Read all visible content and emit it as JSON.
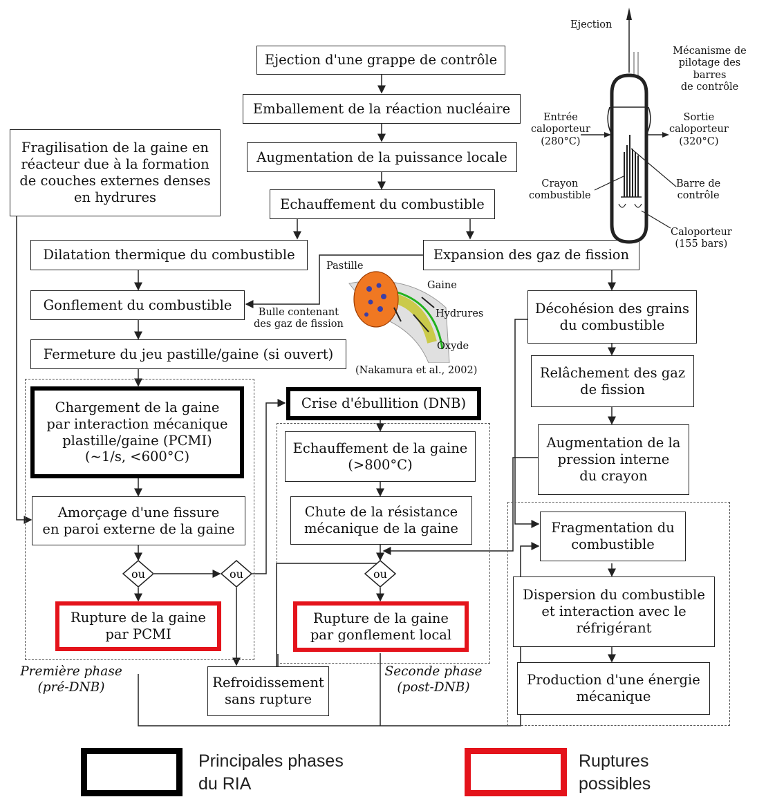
{
  "boxes": {
    "ejection": "Ejection d'une grappe de contrôle",
    "emballement": "Emballement de la réaction nucléaire",
    "augmentation": "Augmentation de la puissance locale",
    "echauffement_comb": "Echauffement du combustible",
    "fragilisation": "Fragilisation de la gaine en\nréacteur due à la formation\nde couches externes denses\nen hydrures",
    "dilatation": "Dilatation thermique du combustible",
    "expansion": "Expansion des gaz de fission",
    "gonflement": "Gonflement du combustible",
    "fermeture": "Fermeture du jeu pastille/gaine (si ouvert)",
    "chargement": "Chargement de la gaine\npar interaction mécanique\nplastille/gaine (PCMI)\n(~1/s, <600°C)",
    "amorcage": "Amorçage d'une fissure\nen paroi externe de la gaine",
    "rupture_pcmi": "Rupture de la gaine\npar PCMI",
    "crise": "Crise d'ébullition (DNB)",
    "echauffement_gaine": "Echauffement de la gaine\n(>800°C)",
    "chute": "Chute de la résistance\nmécanique de la gaine",
    "rupture_gonflement": "Rupture de la gaine\npar gonflement local",
    "refroidissement": "Refroidissement\nsans rupture",
    "decohesion": "Décohésion des grains\ndu combustible",
    "relachement": "Relâchement des gaz\nde fission",
    "pression": "Augmentation de la\npression interne\ndu crayon",
    "fragmentation": "Fragmentation du\ncombustible",
    "dispersion": "Dispersion du combustible\net interaction avec le\nréfrigérant",
    "production": "Production d'une énergie\nmécanique"
  },
  "decisions": [
    "ou",
    "ou",
    "ou"
  ],
  "phases": {
    "first": "Première phase\n(pré-DNB)",
    "second": "Seconde phase\n(post-DNB)"
  },
  "pellet_figure": {
    "pastille": "Pastille",
    "gaine": "Gaine",
    "bulle": "Bulle contenant\ndes gaz de fission",
    "hydrures": "Hydrures",
    "oxyde": "Oxyde",
    "source": "(Nakamura et al., 2002)"
  },
  "reactor_figure": {
    "ejection": "Ejection",
    "mecanisme": "Mécanisme de\npilotage des barres\nde contrôle",
    "entree": "Entrée\ncaloporteur\n(280°C)",
    "sortie": "Sortie\ncaloporteur\n(320°C)",
    "crayon": "Crayon\ncombustible",
    "barre": "Barre de\ncontrôle",
    "caloporteur": "Caloporteur\n(155 bars)"
  },
  "legend": {
    "black_label": "Principales phases\ndu RIA",
    "red_label": "Ruptures\npossibles",
    "black_color": "#000000",
    "red_color": "#e4131b"
  }
}
